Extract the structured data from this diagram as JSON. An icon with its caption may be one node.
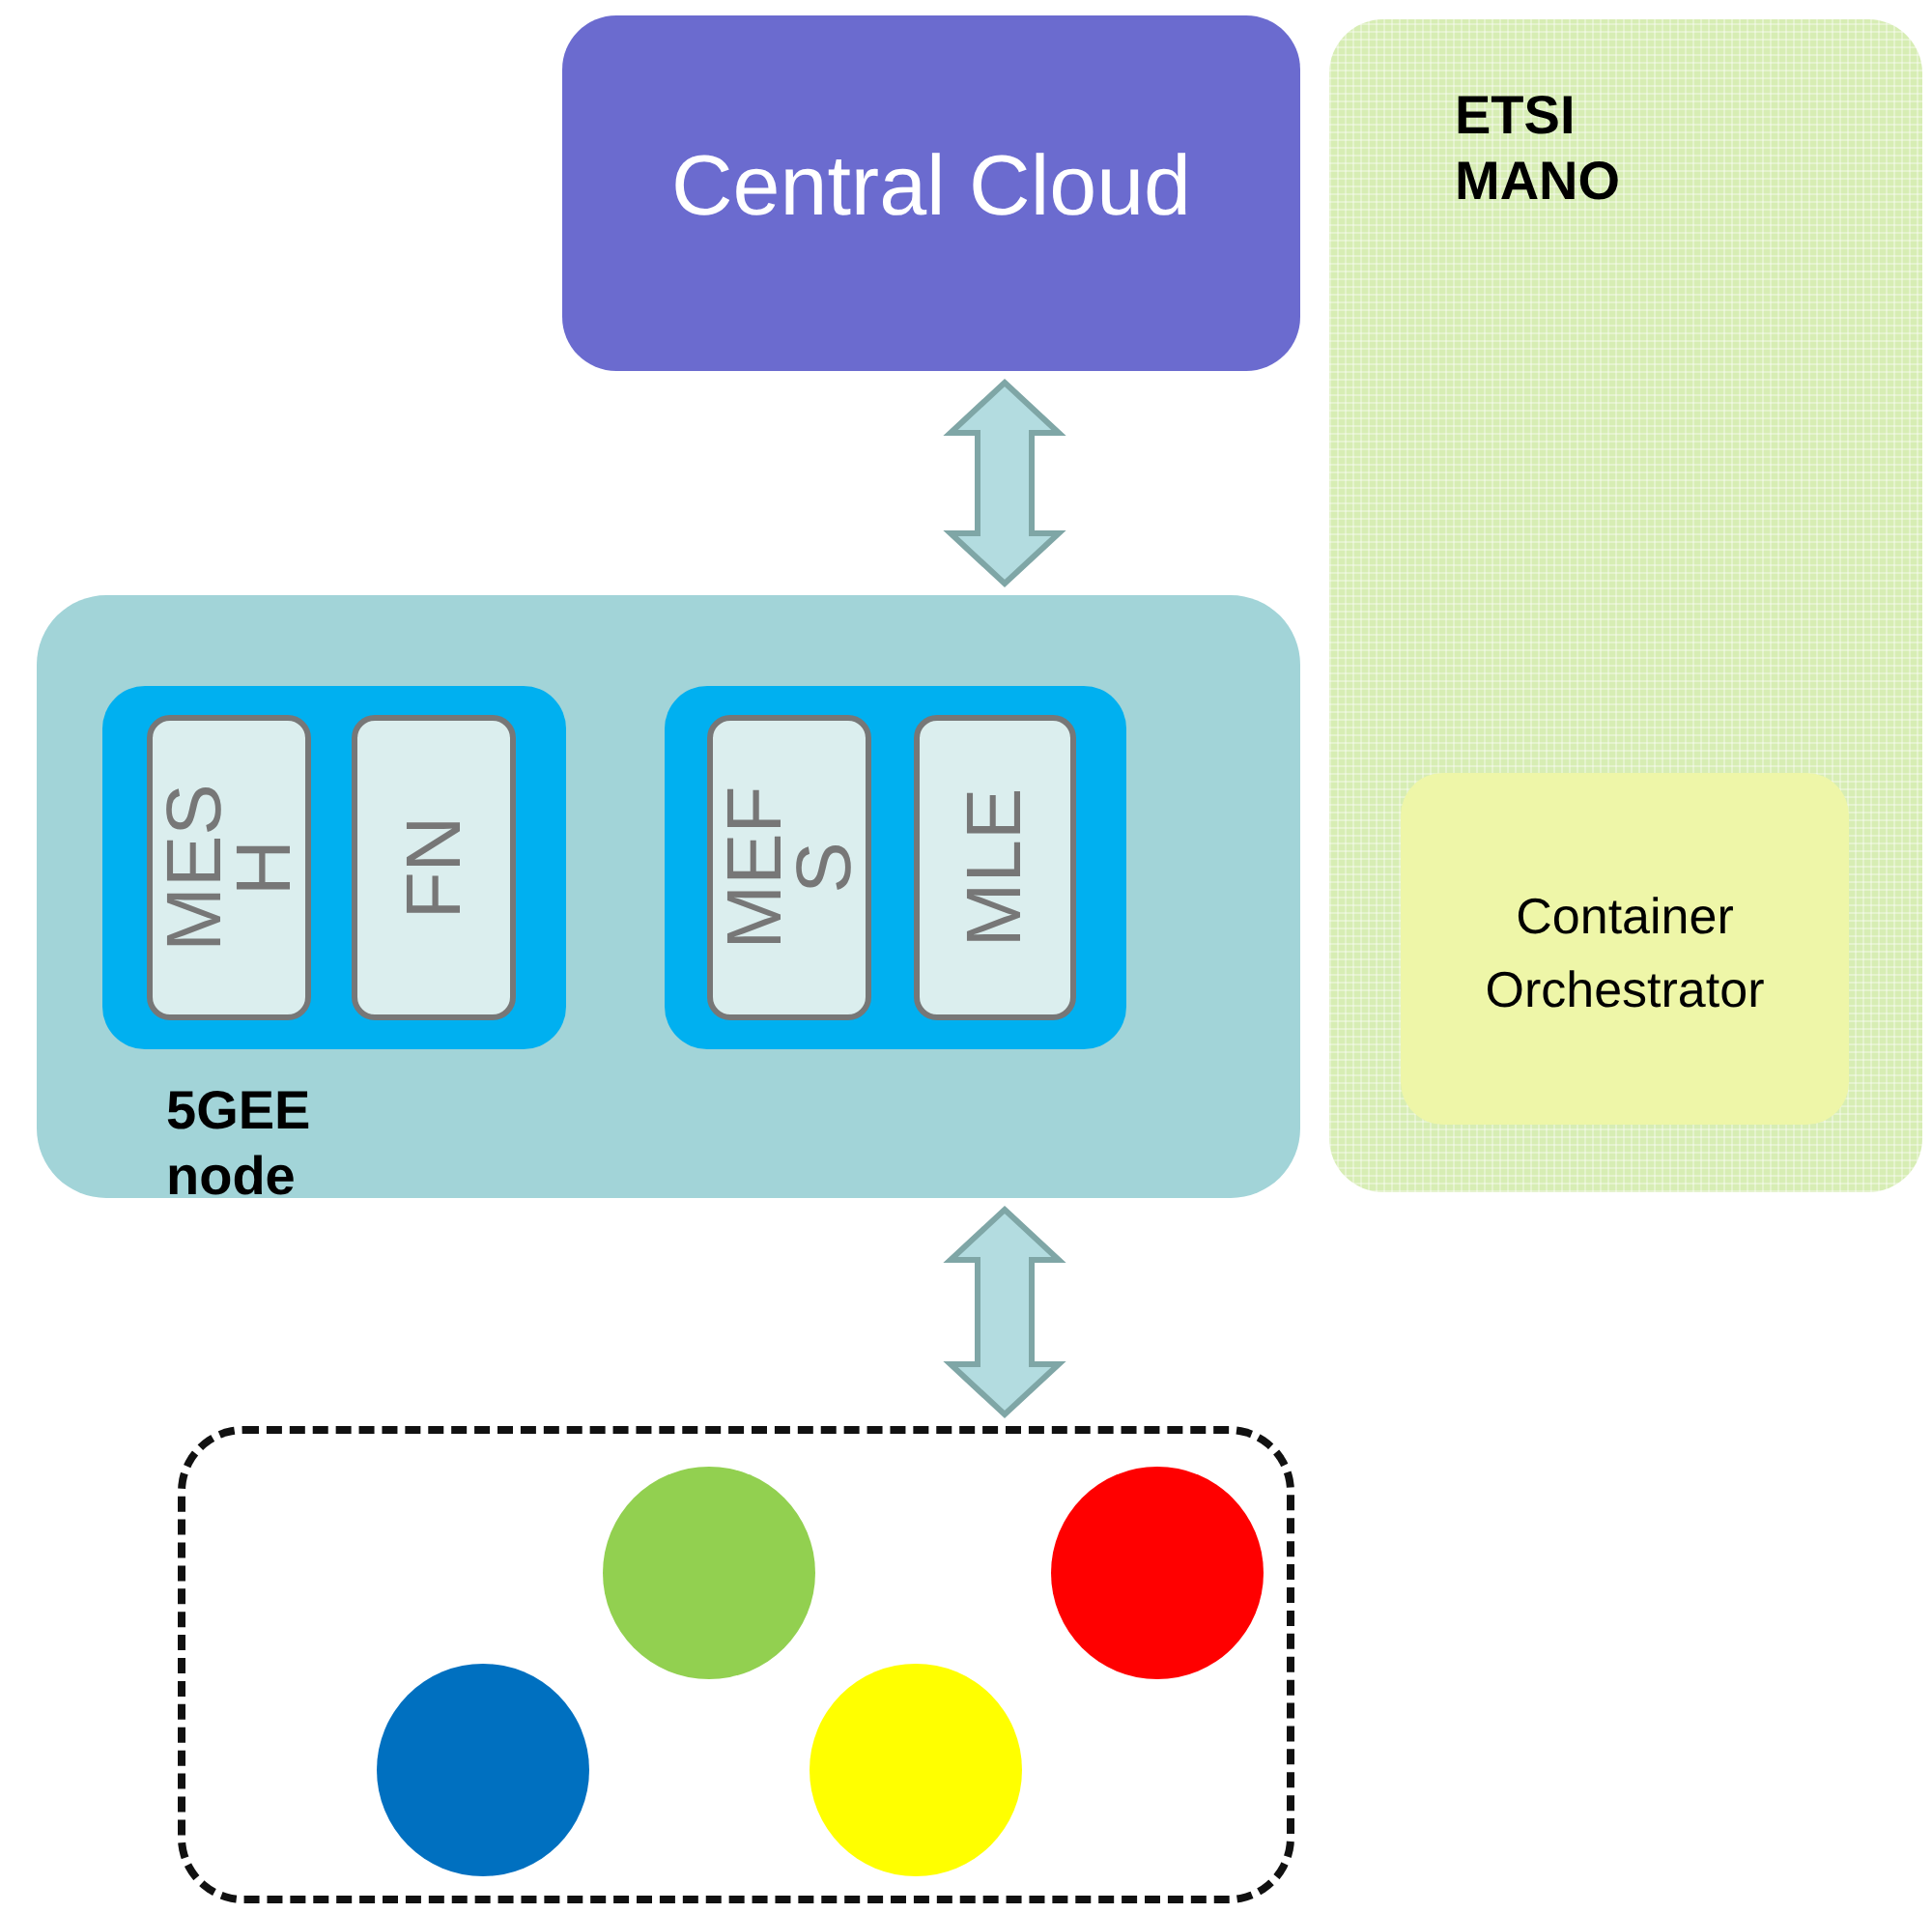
{
  "diagram": {
    "nodes": [
      {
        "text": [
          "Central Cloud"
        ]
      },
      {
        "text": [
          "ETSI MANO"
        ]
      },
      {
        "text": [
          "Container Orchestrator"
        ],
        "in": 1
      },
      {
        "text": [
          "5GEE node"
        ]
      },
      {
        "text": [],
        "shape": "box",
        "in": 3
      },
      {
        "text": [
          "MES H"
        ],
        "in": 4
      },
      {
        "text": [
          "FN"
        ],
        "in": 4
      },
      {
        "text": [],
        "shape": "box",
        "in": 3
      },
      {
        "text": [
          "MEF S"
        ],
        "in": 7
      },
      {
        "text": [
          "MLE"
        ],
        "in": 7
      },
      {
        "text": [],
        "shape": "box"
      },
      {
        "text": [],
        "shape": "circle",
        "in": 10
      },
      {
        "text": [],
        "shape": "circle",
        "in": 10
      },
      {
        "text": [],
        "shape": "circle",
        "in": 10
      },
      {
        "text": [],
        "shape": "circle",
        "in": 10
      }
    ],
    "edges": [
      {
        "from": 0,
        "to": 3,
        "arrow": "both",
        "style": "thick"
      },
      {
        "from": 3,
        "to": 10,
        "arrow": "both",
        "style": "thick"
      }
    ]
  }
}
